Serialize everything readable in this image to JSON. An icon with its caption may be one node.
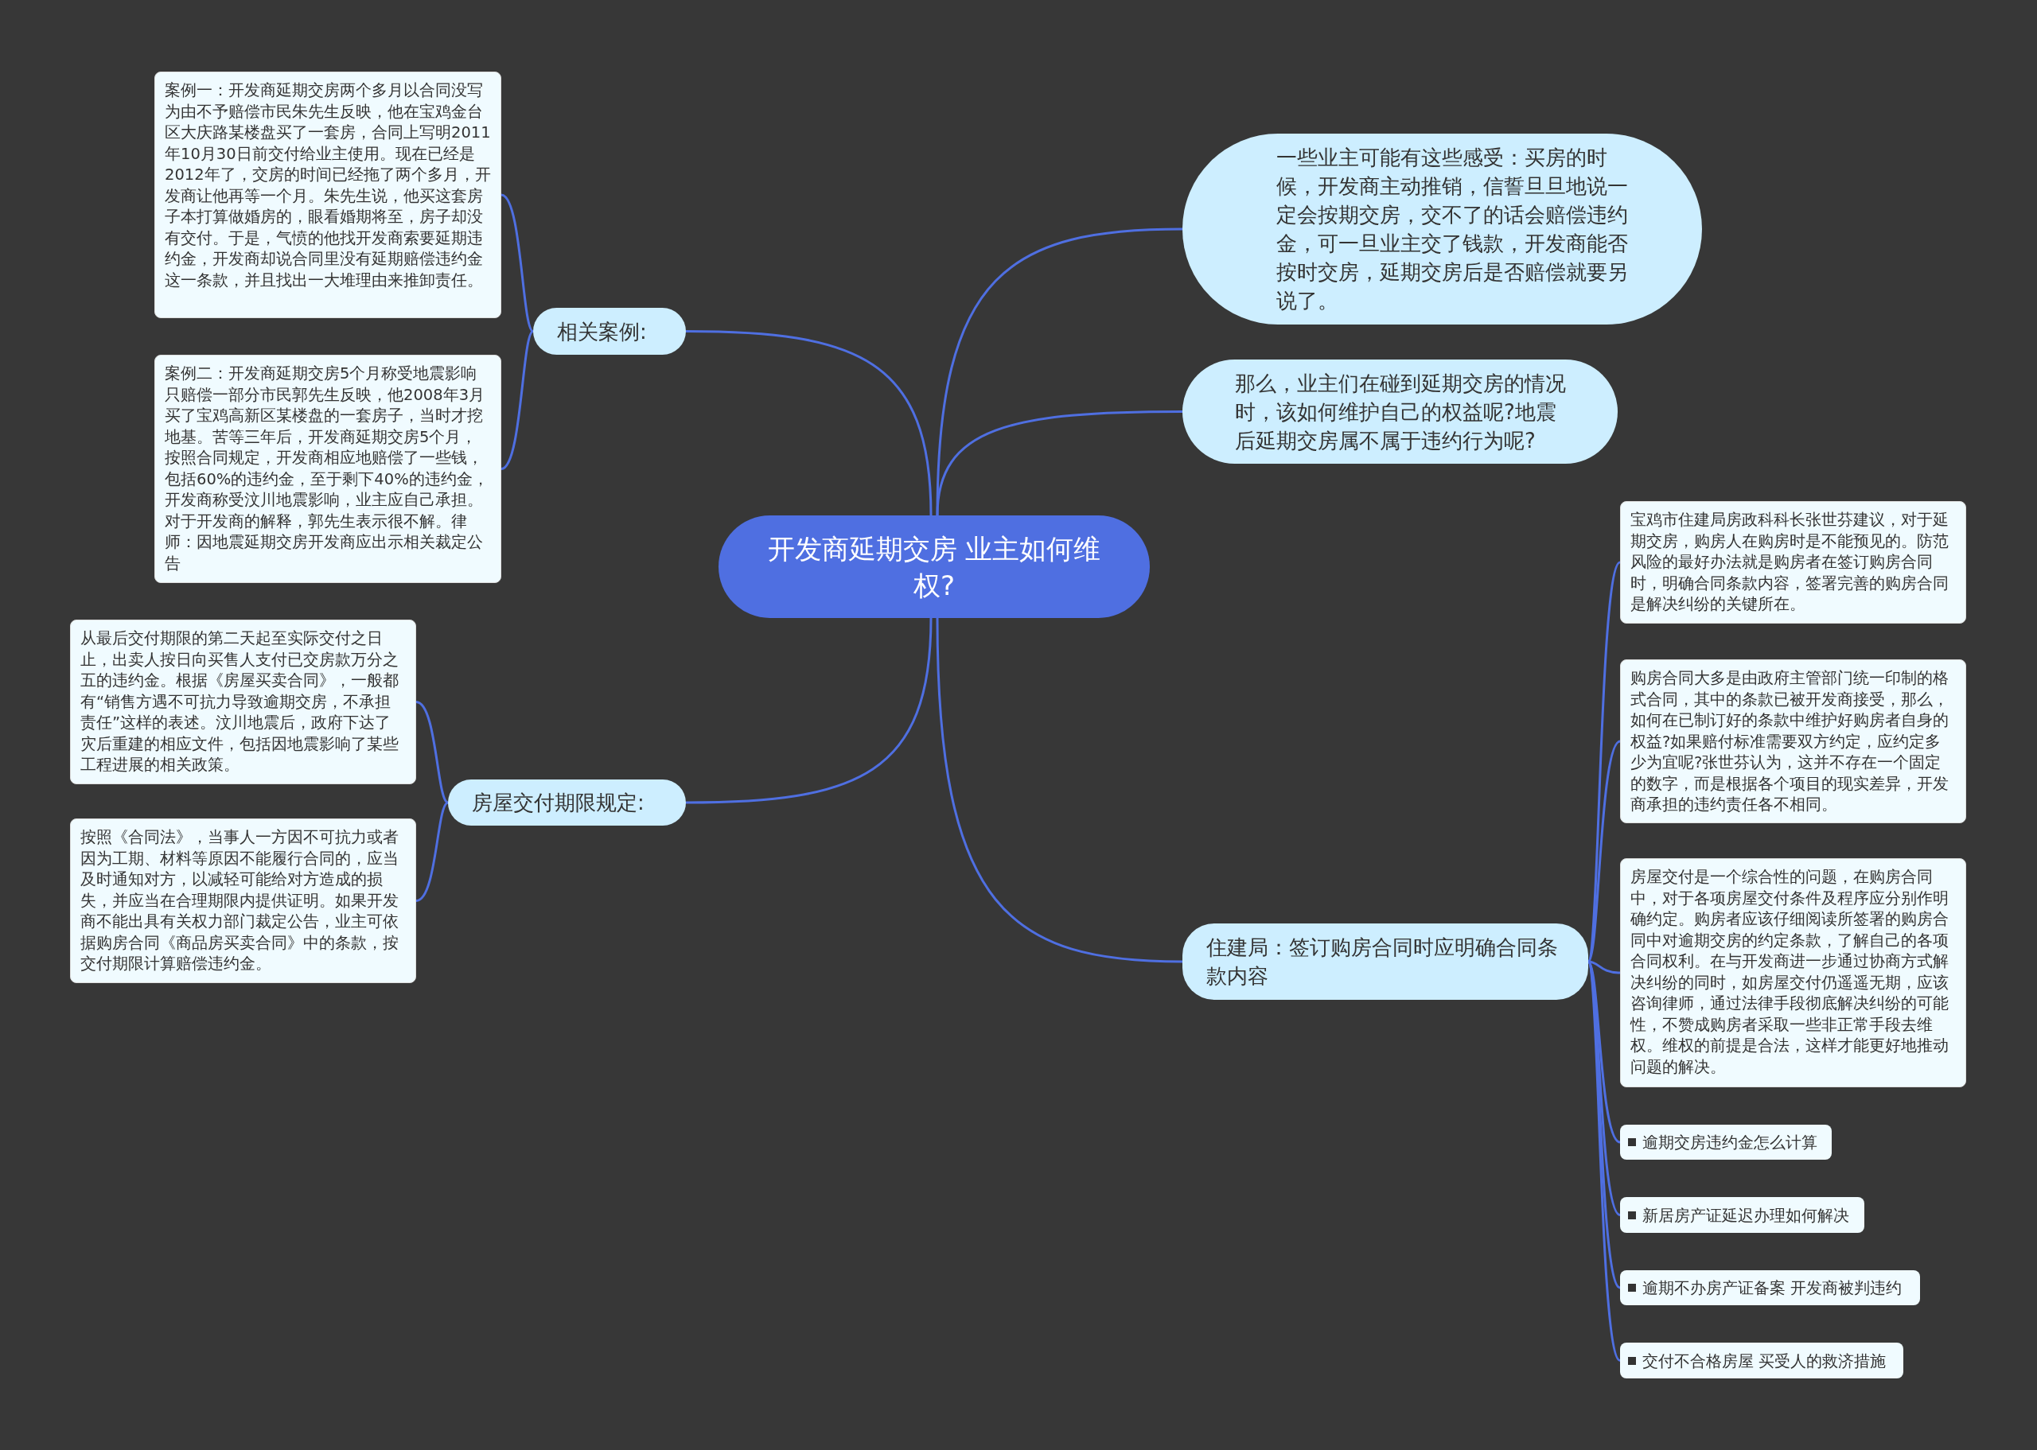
{
  "diagram": {
    "nodes": [
      {
        "text": [
          "开发商延期交房 业主如何维权?"
        ]
      },
      {
        "text": [
          "相关案例:"
        ]
      },
      {
        "text": [
          "案例一：开发商延期交房两个多月以合同没写为由不予赔偿市民朱先生反映，他在宝鸡金台区大庆路某楼盘买了一套房，合同上写明2011年10月30日前交付给业主使用。现在已经是2012年了，交房的时间已经拖了两个多月，开发商让他再等一个月。朱先生说，他买这套房子本打算做婚房的，眼看婚期将至，房子却没有交付。于是，气愤的他找开发商索要延期违约金，开发商却说合同里没有延期赔偿违约金这一条款，并且找出一大堆理由来推卸责任。"
        ]
      },
      {
        "text": [
          "案例二：开发商延期交房5个月称受地震影响只赔偿一部分市民郭先生反映，他2008年3月买了宝鸡高新区某楼盘的一套房子，当时才挖地基。苦等三年后，开发商延期交房5个月，按照合同规定，开发商相应地赔偿了一些钱，包括60%的违约金，至于剩下40%的违约金，开发商称受汶川地震影响，业主应自己承担。对于开发商的解释，郭先生表示很不解。律师：因地震延期交房开发商应出示相关裁定公告"
        ]
      },
      {
        "text": [
          "房屋交付期限规定:"
        ]
      },
      {
        "text": [
          "从最后交付期限的第二天起至实际交付之日止，出卖人按日向买售人支付已交房款万分之五的违约金。根据《房屋买卖合同》，一般都有“销售方遇不可抗力导致逾期交房，不承担责任”这样的表述。汶川地震后，政府下达了灾后重建的相应文件，包括因地震影响了某些工程进展的相关政策。"
        ]
      },
      {
        "text": [
          "按照《合同法》，当事人一方因不可抗力或者因为工期、材料等原因不能履行合同的，应当及时通知对方，以减轻可能给对方造成的损失，并应当在合理期限内提供证明。如果开发商不能出具有关权力部门裁定公告，业主可依据购房合同《商品房买卖合同》中的条款，按交付期限计算赔偿违约金。"
        ]
      },
      {
        "text": [
          "一些业主可能有这些感受：买房的时候，开发商主动推销，信誓旦旦地说一定会按期交房，交不了的话会赔偿违约金，可一旦业主交了钱款，开发商能否按时交房，延期交房后是否赔偿就要另说了。"
        ]
      },
      {
        "text": [
          "那么，业主们在碰到延期交房的情况时，该如何维护自己的权益呢?地震后延期交房属不属于违约行为呢?"
        ]
      },
      {
        "text": [
          "住建局：签订购房合同时应明确合同条款内容"
        ]
      },
      {
        "text": [
          "宝鸡市住建局房政科科长张世芬建议，对于延期交房，购房人在购房时是不能预见的。防范风险的最好办法就是购房者在签订购房合同时，明确合同条款内容，签署完善的购房合同是解决纠纷的关键所在。"
        ]
      },
      {
        "text": [
          "购房合同大多是由政府主管部门统一印制的格式合同，其中的条款已被开发商接受，那么，如何在已制订好的条款中维护好购房者自身的权益?如果赔付标准需要双方约定，应约定多少为宜呢?张世芬认为，这并不存在一个固定的数字，而是根据各个项目的现实差异，开发商承担的违约责任各不相同。"
        ]
      },
      {
        "text": [
          "房屋交付是一个综合性的问题，在购房合同中，对于各项房屋交付条件及程序应分别作明确约定。购房者应该仔细阅读所签署的购房合同中对逾期交房的约定条款，了解自己的各项合同权利。在与开发商进一步通过协商方式解决纠纷的同时，如房屋交付仍遥遥无期，应该咨询律师，通过法律手段彻底解决纠纷的可能性，不赞成购房者采取一些非正常手段去维权。维权的前提是合法，这样才能更好地推动问题的解决。"
        ]
      },
      {
        "text": [
          "逾期交房违约金怎么计算"
        ]
      },
      {
        "text": [
          "新居房产证延迟办理如何解决"
        ]
      },
      {
        "text": [
          "逾期不办房产证备案 开发商被判违约"
        ]
      },
      {
        "text": [
          "交付不合格房屋 买受人的救济措施"
        ]
      }
    ],
    "edges": [
      {
        "from": 0,
        "to": 1,
        "arrow": "none"
      },
      {
        "from": 1,
        "to": 2,
        "arrow": "none"
      },
      {
        "from": 1,
        "to": 3,
        "arrow": "none"
      },
      {
        "from": 0,
        "to": 4,
        "arrow": "none"
      },
      {
        "from": 4,
        "to": 5,
        "arrow": "none"
      },
      {
        "from": 4,
        "to": 6,
        "arrow": "none"
      },
      {
        "from": 0,
        "to": 7,
        "arrow": "none"
      },
      {
        "from": 0,
        "to": 8,
        "arrow": "none"
      },
      {
        "from": 0,
        "to": 9,
        "arrow": "none"
      },
      {
        "from": 9,
        "to": 10,
        "arrow": "none"
      },
      {
        "from": 9,
        "to": 11,
        "arrow": "none"
      },
      {
        "from": 9,
        "to": 12,
        "arrow": "none"
      },
      {
        "from": 9,
        "to": 13,
        "arrow": "none"
      },
      {
        "from": 9,
        "to": 14,
        "arrow": "none"
      },
      {
        "from": 9,
        "to": 15,
        "arrow": "none"
      },
      {
        "from": 9,
        "to": 16,
        "arrow": "none"
      }
    ]
  }
}
